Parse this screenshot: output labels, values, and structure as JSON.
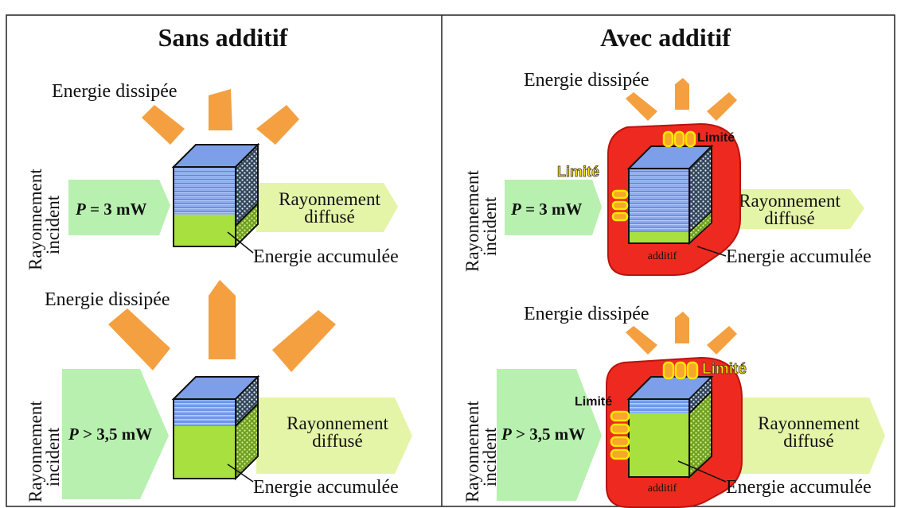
{
  "panels": {
    "left": {
      "title": "Sans additif"
    },
    "right": {
      "title": "Avec additif"
    }
  },
  "labels": {
    "energie_dissipee": "Energie dissipée",
    "energie_accumulee": "Energie accumulée",
    "rayonnement_incident_1": "Rayonnement",
    "rayonnement_incident_2": "incident",
    "rayonnement_diffuse_1": "Rayonnement",
    "rayonnement_diffuse_2": "diffusé",
    "power_low_var": "P",
    "power_low_val": " = 3 mW",
    "power_high_var": "P",
    "power_high_val": " > 3,5 mW",
    "limite": "Limité",
    "additif": "additif"
  },
  "colors": {
    "energy_arrow": "#f4a040",
    "incident_arrow": "#b8f0b0",
    "diffuse_arrow": "#e4f5a8",
    "cube_blue": "#7aa2ee",
    "cube_green": "#a8e040",
    "additive_red": "#ee2a20",
    "limite_yellow": "#ffe600",
    "pill_fill": "#f5a82a"
  }
}
